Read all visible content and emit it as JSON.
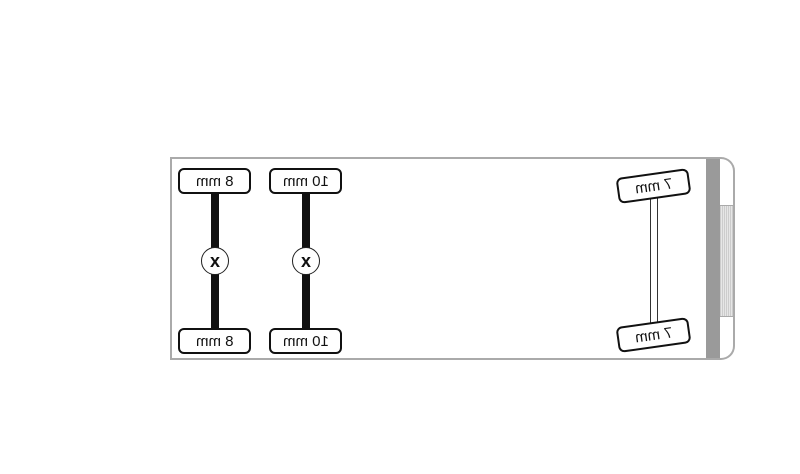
{
  "diagram": {
    "rear_axle_1": {
      "top_tire": "8 mm",
      "bottom_tire": "8 mm",
      "hub_symbol": "x"
    },
    "rear_axle_2": {
      "top_tire": "10 mm",
      "bottom_tire": "10 mm",
      "hub_symbol": "x"
    },
    "front_axle": {
      "top_tire": "7 mm",
      "bottom_tire": "7 mm"
    },
    "text_mirrored": true
  }
}
